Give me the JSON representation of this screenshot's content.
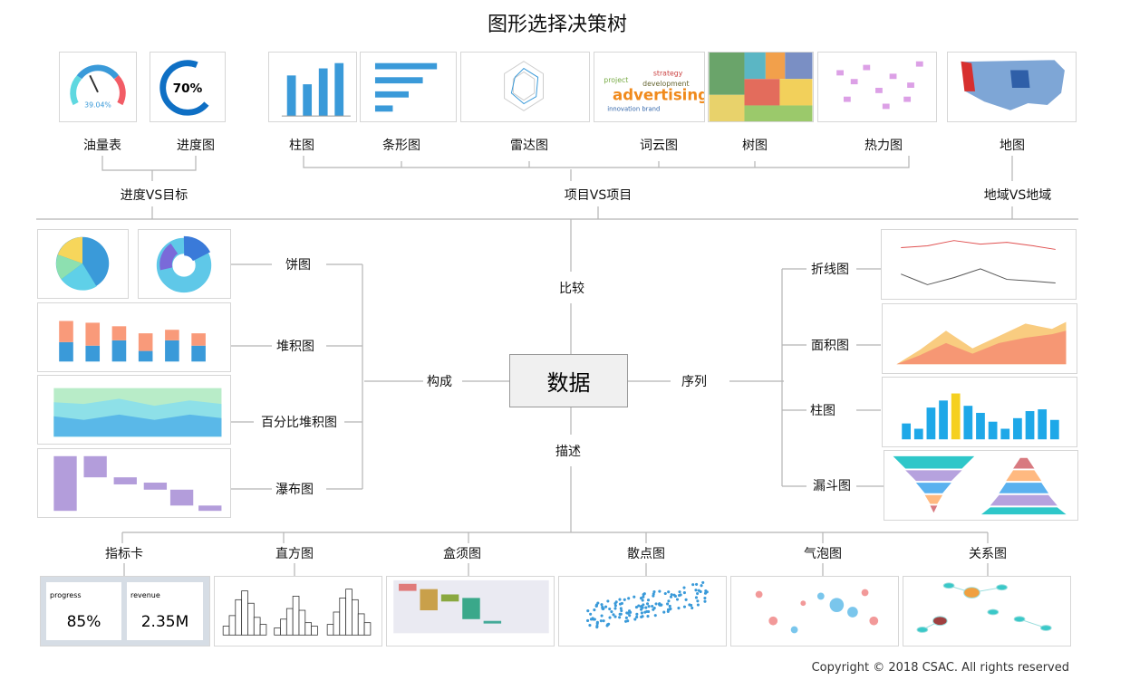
{
  "title": "图形选择决策树",
  "center": "数据",
  "branches": {
    "compare": "比较",
    "composition": "构成",
    "series": "序列",
    "describe": "描述"
  },
  "compare_groups": {
    "progress_vs_goal": "进度VS目标",
    "item_vs_item": "项目VS项目",
    "region_vs_region": "地域VS地域"
  },
  "top_charts": [
    "油量表",
    "进度图",
    "柱图",
    "条形图",
    "雷达图",
    "词云图",
    "树图",
    "热力图",
    "地图"
  ],
  "composition_charts": [
    "饼图",
    "堆积图",
    "百分比堆积图",
    "瀑布图"
  ],
  "series_charts": [
    "折线图",
    "面积图",
    "柱图",
    "漏斗图"
  ],
  "describe_charts": [
    "指标卡",
    "直方图",
    "盒须图",
    "散点图",
    "气泡图",
    "关系图"
  ],
  "thumbs": {
    "gauge_value": "39.04%",
    "progress_value": "70%",
    "progress_fraction": 0.7,
    "wordcloud_word": "advertising",
    "kpi": [
      {
        "label": "progress",
        "value": "85%"
      },
      {
        "label": "revenue",
        "value": "2.35M"
      }
    ]
  },
  "colors": {
    "accent": "#3a9ad9",
    "line": "#b5b5b5"
  },
  "copyright": "Copyright © 2018 CSAC. All rights reserved"
}
